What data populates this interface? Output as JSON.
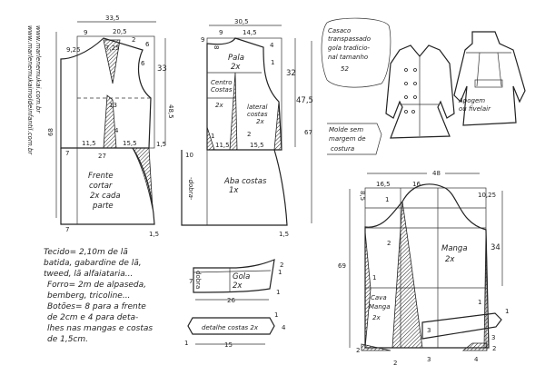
{
  "website_vertical": [
    "www.marlenemukai.com.br",
    "www.marlenemukaimoldeinfantil.com.br"
  ],
  "front": {
    "label": [
      "Frente",
      "cortar",
      "2x cada",
      "parte"
    ],
    "measures": {
      "width": "33,5",
      "neck_w": "9",
      "shoulder": "20,5",
      "neck_h": "9,25",
      "m725": "7,25",
      "m2": "2",
      "m6a": "6",
      "m6b": "6",
      "armhole_h": "33",
      "length_to_waist": "48,5",
      "m13": "13",
      "m4": "4",
      "m115": "11,5",
      "m155": "15,5",
      "m15a": "1,5",
      "m27": "27",
      "m7a": "7",
      "m7b": "7",
      "m15b": "1,5",
      "total": "68"
    }
  },
  "back": {
    "labels": {
      "yoke": "Pala",
      "yoke_qty": "2x",
      "center": "Centro",
      "center2": "Costas",
      "center_qty": "2x",
      "side": "lateral",
      "side2": "costas",
      "side_qty": "2x",
      "skirt": "Aba costas",
      "skirt_qty": "1x",
      "fold": "-dobra-"
    },
    "measures": {
      "width": "30,5",
      "m9": "9",
      "m145": "14,5",
      "m9b": "9",
      "m4": "4",
      "m1": "1",
      "m8": "8",
      "armhole_h": "32",
      "length_to_waist": "47,5",
      "m1b": "1",
      "m2": "2",
      "m115": "11,5",
      "m155": "15,5",
      "m10": "10",
      "m15": "1,5",
      "total": "67"
    }
  },
  "title_cloud": [
    "Casaco",
    "transpassado",
    "gola tradicio-",
    "nal tamanho",
    "52"
  ],
  "sketch_note": [
    "Apogem",
    "ou fivelair"
  ],
  "seam_note": [
    "Molde sem",
    "margem de",
    "costura"
  ],
  "sleeve": {
    "labels": {
      "upper": "Manga",
      "upper_qty": "2x",
      "under": "Cava",
      "under2": "Manga",
      "under_qty": "2x"
    },
    "measures": {
      "width": "48",
      "m165": "16,5",
      "m16": "16",
      "m85": "8,5",
      "m1025": "10,25",
      "m34": "34",
      "total": "69",
      "m1": "1",
      "m2": "2",
      "m1b": "1",
      "m1c": "1",
      "m2b": "2",
      "m2c": "2",
      "m2d": "2",
      "m3a": "3",
      "m3b": "3",
      "m3c": "3",
      "m4": "4",
      "m1d": "1"
    }
  },
  "materials": [
    "Tecido= 2,10m de lã",
    "batida, gabardine de lã,",
    "tweed, lã alfaiataria...",
    "Forro= 2m  de alpaseda,",
    "bemberg, tricoline...",
    "Botões= 8 para a frente",
    "de 2cm e 4 para deta-",
    "lhes nas mangas e costas",
    "de 1,5cm."
  ],
  "collar": {
    "label": "Gola",
    "qty": "2x",
    "m26": "26",
    "m7": "7",
    "m2": "2",
    "m1a": "1",
    "m1b": "1",
    "fold": "dobra"
  },
  "back_detail": {
    "label": "detalhe costas 2x",
    "m15": "15",
    "m4": "4",
    "m1a": "1",
    "m1b": "1"
  }
}
